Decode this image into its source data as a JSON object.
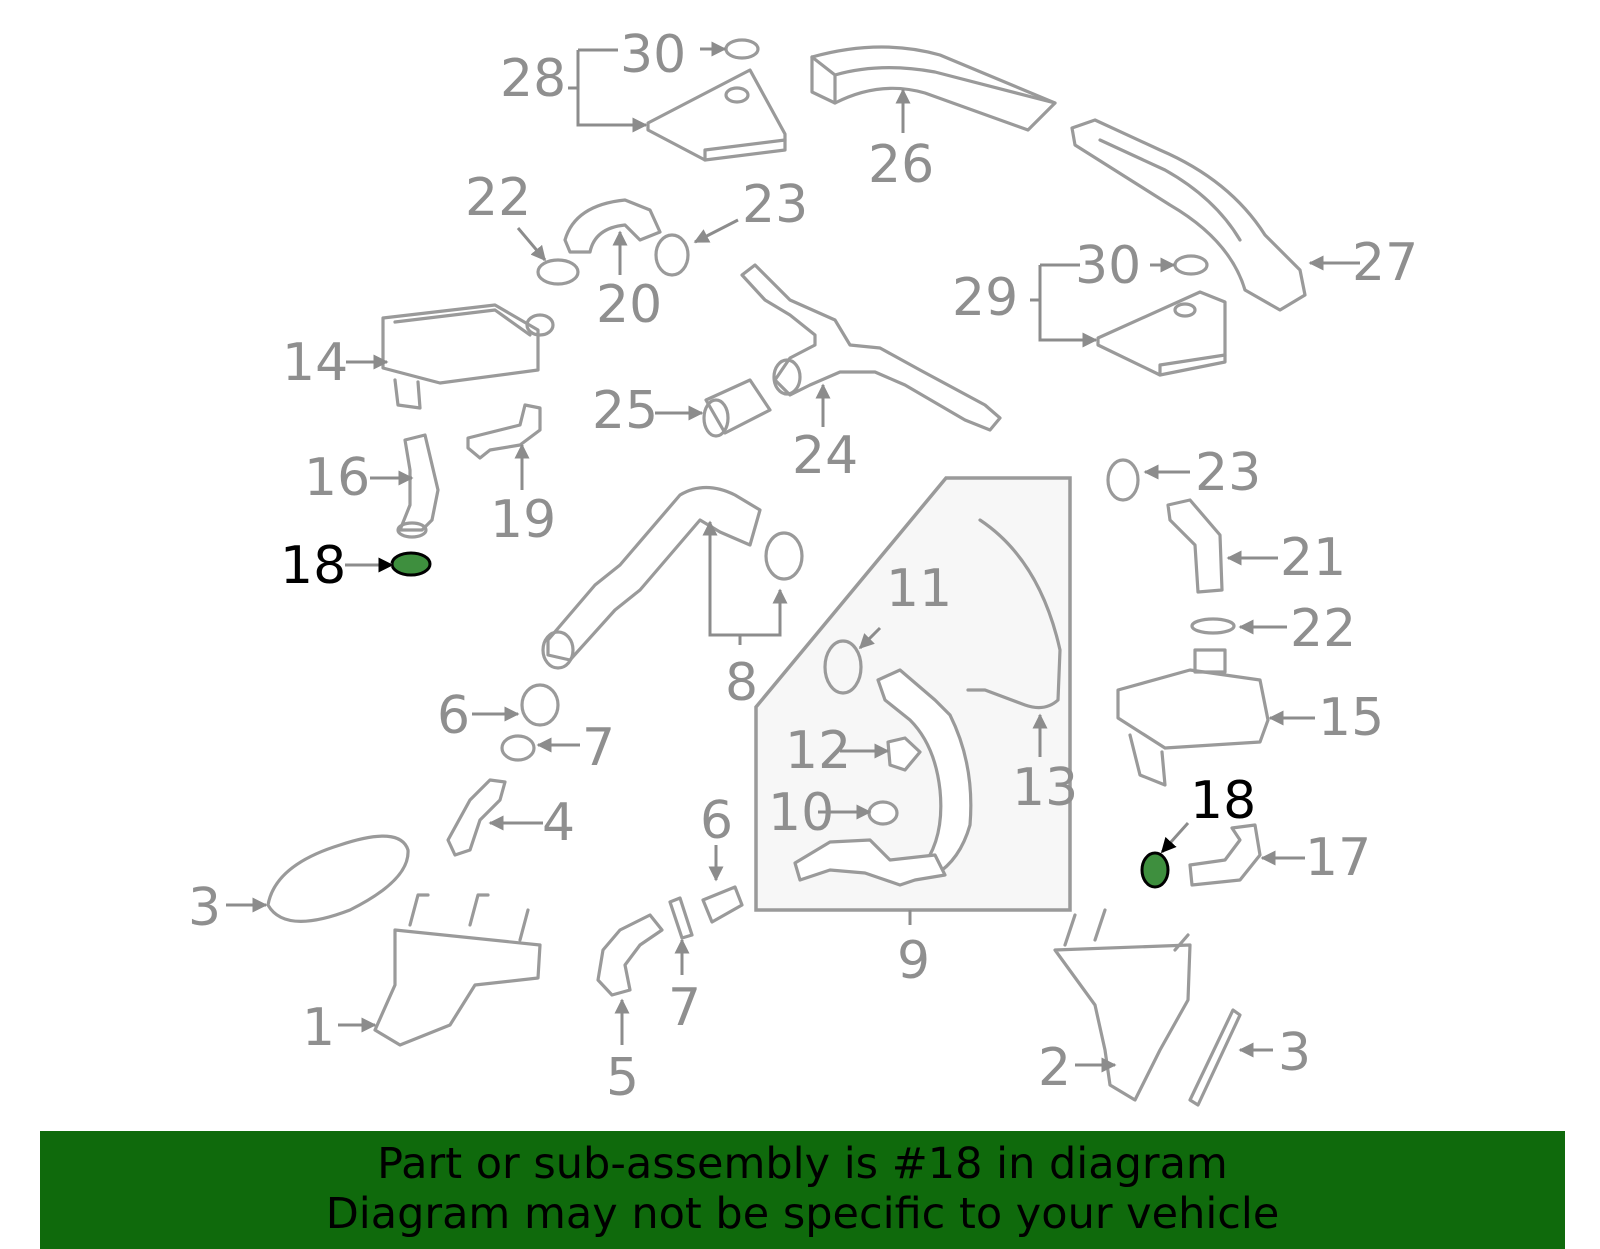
{
  "diagram": {
    "highlight_part": "18",
    "highlight_color": "#3e8f3e",
    "labels": {
      "l1": "1",
      "l2": "2",
      "l3a": "3",
      "l3b": "3",
      "l4": "4",
      "l5": "5",
      "l6a": "6",
      "l6b": "6",
      "l7a": "7",
      "l7b": "7",
      "l8": "8",
      "l9": "9",
      "l10": "10",
      "l11": "11",
      "l12": "12",
      "l13": "13",
      "l14": "14",
      "l15": "15",
      "l16": "16",
      "l17": "17",
      "l18a": "18",
      "l18b": "18",
      "l19": "19",
      "l20": "20",
      "l21": "21",
      "l22a": "22",
      "l22b": "22",
      "l23a": "23",
      "l23b": "23",
      "l24": "24",
      "l25": "25",
      "l26": "26",
      "l27": "27",
      "l28": "28",
      "l29": "29",
      "l30a": "30",
      "l30b": "30"
    }
  },
  "footer": {
    "line1": "Part or sub-assembly is #18 in diagram",
    "line2": "Diagram may not be specific to your vehicle",
    "background": "#0f6a0c"
  }
}
